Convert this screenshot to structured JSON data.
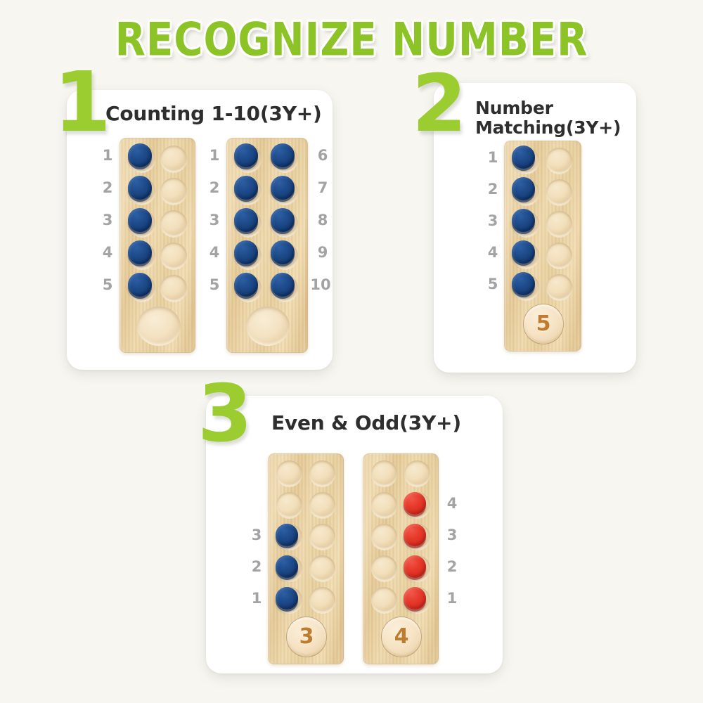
{
  "page": {
    "title": "RECOGNIZE NUMBER",
    "background_color": "#f7f6f1",
    "title_color": "#8cc326"
  },
  "palette": {
    "green_step": "#9ccd30",
    "peg_blue": "#1e4b8b",
    "peg_red": "#e73a2c",
    "wood": "#e8cf9e",
    "disc_number": "#bf7c2e",
    "row_label": "#a3a3a3",
    "heading": "#2e2e2e",
    "card_bg": "#ffffff"
  },
  "cards": [
    {
      "step": "1",
      "heading": "Counting 1-10(3Y+)",
      "boards": [
        {
          "rows": 5,
          "left_labels": [
            "1",
            "2",
            "3",
            "4",
            "5"
          ],
          "right_labels": [],
          "left_pegs": [
            "blue",
            "blue",
            "blue",
            "blue",
            "blue"
          ],
          "right_pegs": [
            "",
            "",
            "",
            "",
            ""
          ],
          "bottom": "big-hole",
          "disc_value": ""
        },
        {
          "rows": 5,
          "left_labels": [
            "1",
            "2",
            "3",
            "4",
            "5"
          ],
          "right_labels": [
            "6",
            "7",
            "8",
            "9",
            "10"
          ],
          "left_pegs": [
            "blue",
            "blue",
            "blue",
            "blue",
            "blue"
          ],
          "right_pegs": [
            "blue",
            "blue",
            "blue",
            "blue",
            "blue"
          ],
          "bottom": "big-hole",
          "disc_value": ""
        }
      ]
    },
    {
      "step": "2",
      "heading": "Number Matching(3Y+)",
      "boards": [
        {
          "rows": 5,
          "left_labels": [
            "1",
            "2",
            "3",
            "4",
            "5"
          ],
          "right_labels": [],
          "left_pegs": [
            "blue",
            "blue",
            "blue",
            "blue",
            "blue"
          ],
          "right_pegs": [
            "",
            "",
            "",
            "",
            ""
          ],
          "bottom": "disc",
          "disc_value": "5"
        }
      ]
    },
    {
      "step": "3",
      "heading": "Even & Odd(3Y+)",
      "boards": [
        {
          "rows": 5,
          "left_labels": [
            "",
            "",
            "3",
            "2",
            "1"
          ],
          "right_labels": [],
          "left_pegs": [
            "",
            "",
            "blue",
            "blue",
            "blue"
          ],
          "right_pegs": [
            "",
            "",
            "",
            "",
            ""
          ],
          "bottom": "disc",
          "disc_value": "3"
        },
        {
          "rows": 5,
          "left_labels": [],
          "right_labels": [
            "",
            "4",
            "3",
            "2",
            "1"
          ],
          "left_pegs": [
            "",
            "",
            "",
            "",
            ""
          ],
          "right_pegs": [
            "",
            "red",
            "red",
            "red",
            "red"
          ],
          "bottom": "disc",
          "disc_value": "4"
        }
      ]
    }
  ]
}
